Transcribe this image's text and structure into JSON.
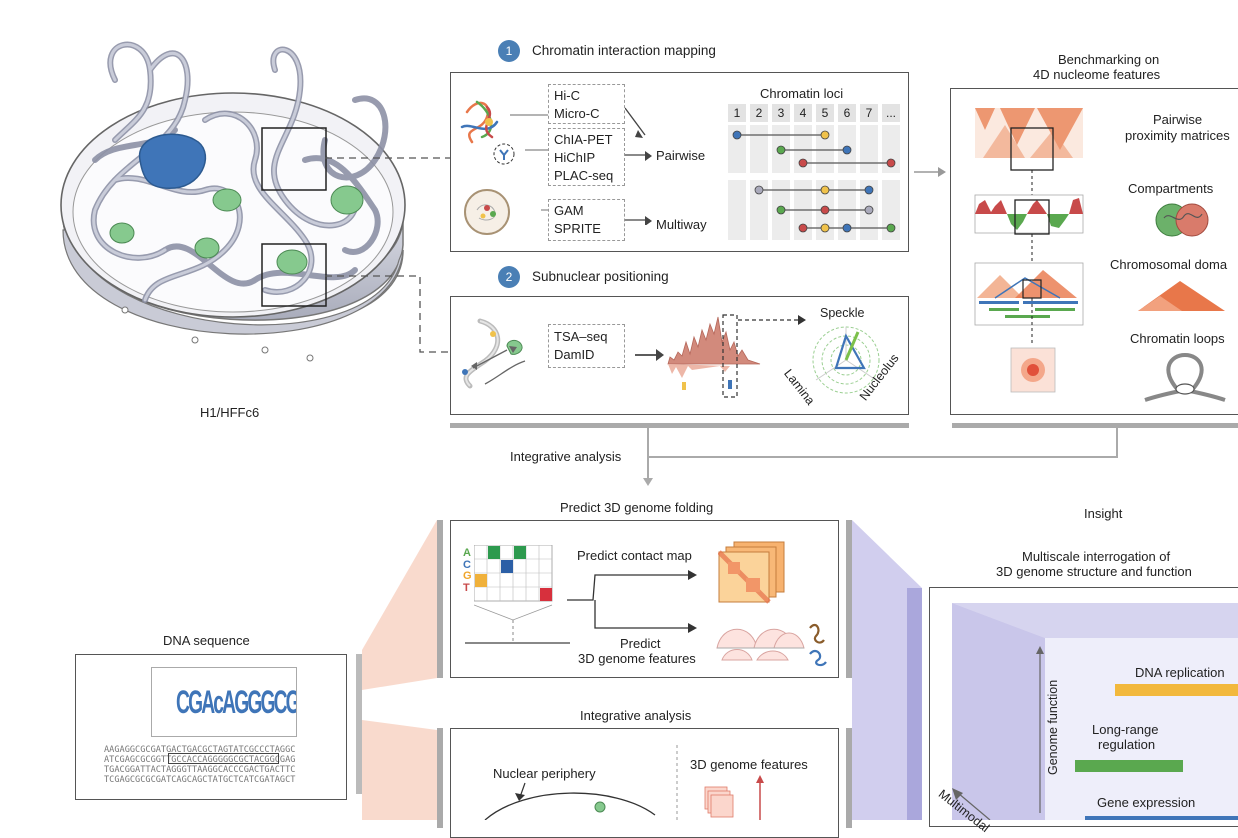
{
  "cell": {
    "label": "H1/HFFc6"
  },
  "section1": {
    "number": "1",
    "title": "Chromatin interaction mapping",
    "group_a": [
      "Hi-C",
      "Micro-C"
    ],
    "group_b": [
      "ChIA-PET",
      "HiChIP",
      "PLAC-seq"
    ],
    "group_c": [
      "GAM",
      "SPRITE"
    ],
    "pairwise": "Pairwise",
    "multiway": "Multiway",
    "loci_title": "Chromatin loci",
    "loci": [
      "1",
      "2",
      "3",
      "4",
      "5",
      "6",
      "7",
      "..."
    ]
  },
  "section2": {
    "number": "2",
    "title": "Subnuclear positioning",
    "methods": [
      "TSA–seq",
      "DamID"
    ],
    "speckle": "Speckle",
    "lamina": "Lamina",
    "nucleolus": "Nucleolus"
  },
  "benchmark": {
    "title_line1": "Benchmarking on",
    "title_line2": "4D nucleome features",
    "pairwise_line1": "Pairwise",
    "pairwise_line2": "proximity matrices",
    "compartments": "Compartments",
    "chromosomal_domains": "Chromosomal doma",
    "chromatin_loops": "Chromatin loops"
  },
  "integrative_top": "Integrative analysis",
  "predict": {
    "title": "Predict 3D genome folding",
    "letters": [
      "A",
      "C",
      "G",
      "T"
    ],
    "contact_map": "Predict contact map",
    "features_line1": "Predict",
    "features_line2": "3D genome features"
  },
  "dna": {
    "title": "DNA sequence",
    "motif": "CGAcAGGGCGc",
    "seq": [
      "AAGAGGCGCGATGACTGACGCTAGTATCGCCCTAGGC",
      "ATCGAGCGCGGTTGCCACCAGGGGGCGCTACGGCGAG",
      "TGACGGATTACTAGGGTTAAGGCACCCGACTGACTTC",
      "TCGAGCGCGCGATCAGCAGCTATGCTCATCGATAGCT"
    ]
  },
  "integrative_bottom": {
    "title": "Integrative analysis",
    "nuclear_periphery": "Nuclear periphery",
    "features_3d": "3D genome features"
  },
  "insight": {
    "title": "Insight",
    "sub_line1": "Multiscale interrogation of",
    "sub_line2": "3D genome structure and function",
    "genome_function": "Genome function",
    "dna_replication": "DNA replication",
    "long_range_line1": "Long-range",
    "long_range_line2": "regulation",
    "gene_expression": "Gene expression",
    "multimodal": "Multimodal"
  },
  "colors": {
    "badge": "#4a7fb5",
    "heatmap": "#e8774a",
    "green": "#5aa84f",
    "blue": "#3f75b8",
    "yellow": "#f0c24b",
    "red": "#c84a4a",
    "purple": "#b7b3e3"
  }
}
